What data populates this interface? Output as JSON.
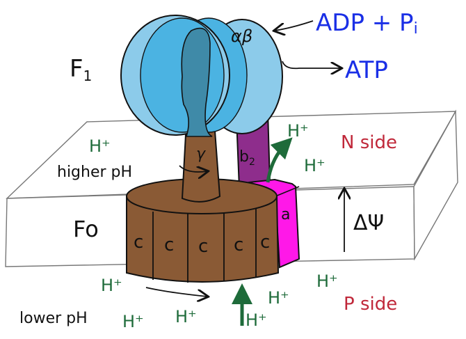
{
  "labels": {
    "f1": "F",
    "f1_sub": "1",
    "fo": "Fo",
    "alpha_beta": "αβ",
    "adp_pi": "ADP + P",
    "adp_pi_sub": "i",
    "atp": "ATP",
    "gamma": "γ",
    "b2": "b",
    "b2_sub": "2",
    "alpha": "a",
    "higher_ph": "higher pH",
    "lower_ph": "lower pH",
    "n_side": "N side",
    "p_side": "P side",
    "delta_psi": "ΔΨ",
    "proton": "H⁺",
    "c_subunit": "c"
  },
  "c_subunits": [
    "c",
    "c",
    "c",
    "c",
    "c"
  ],
  "colors": {
    "head_light": "#8ccbea",
    "head_mid": "#4bb3e2",
    "head_dark": "#3f8aa8",
    "stalk": "#8a5a35",
    "ring": "#8a5a35",
    "b2_stalk": "#8e2d8c",
    "a_subunit": "#ff18e8",
    "proton_arrow": "#1e6b3a",
    "membrane_line": "#777777"
  }
}
